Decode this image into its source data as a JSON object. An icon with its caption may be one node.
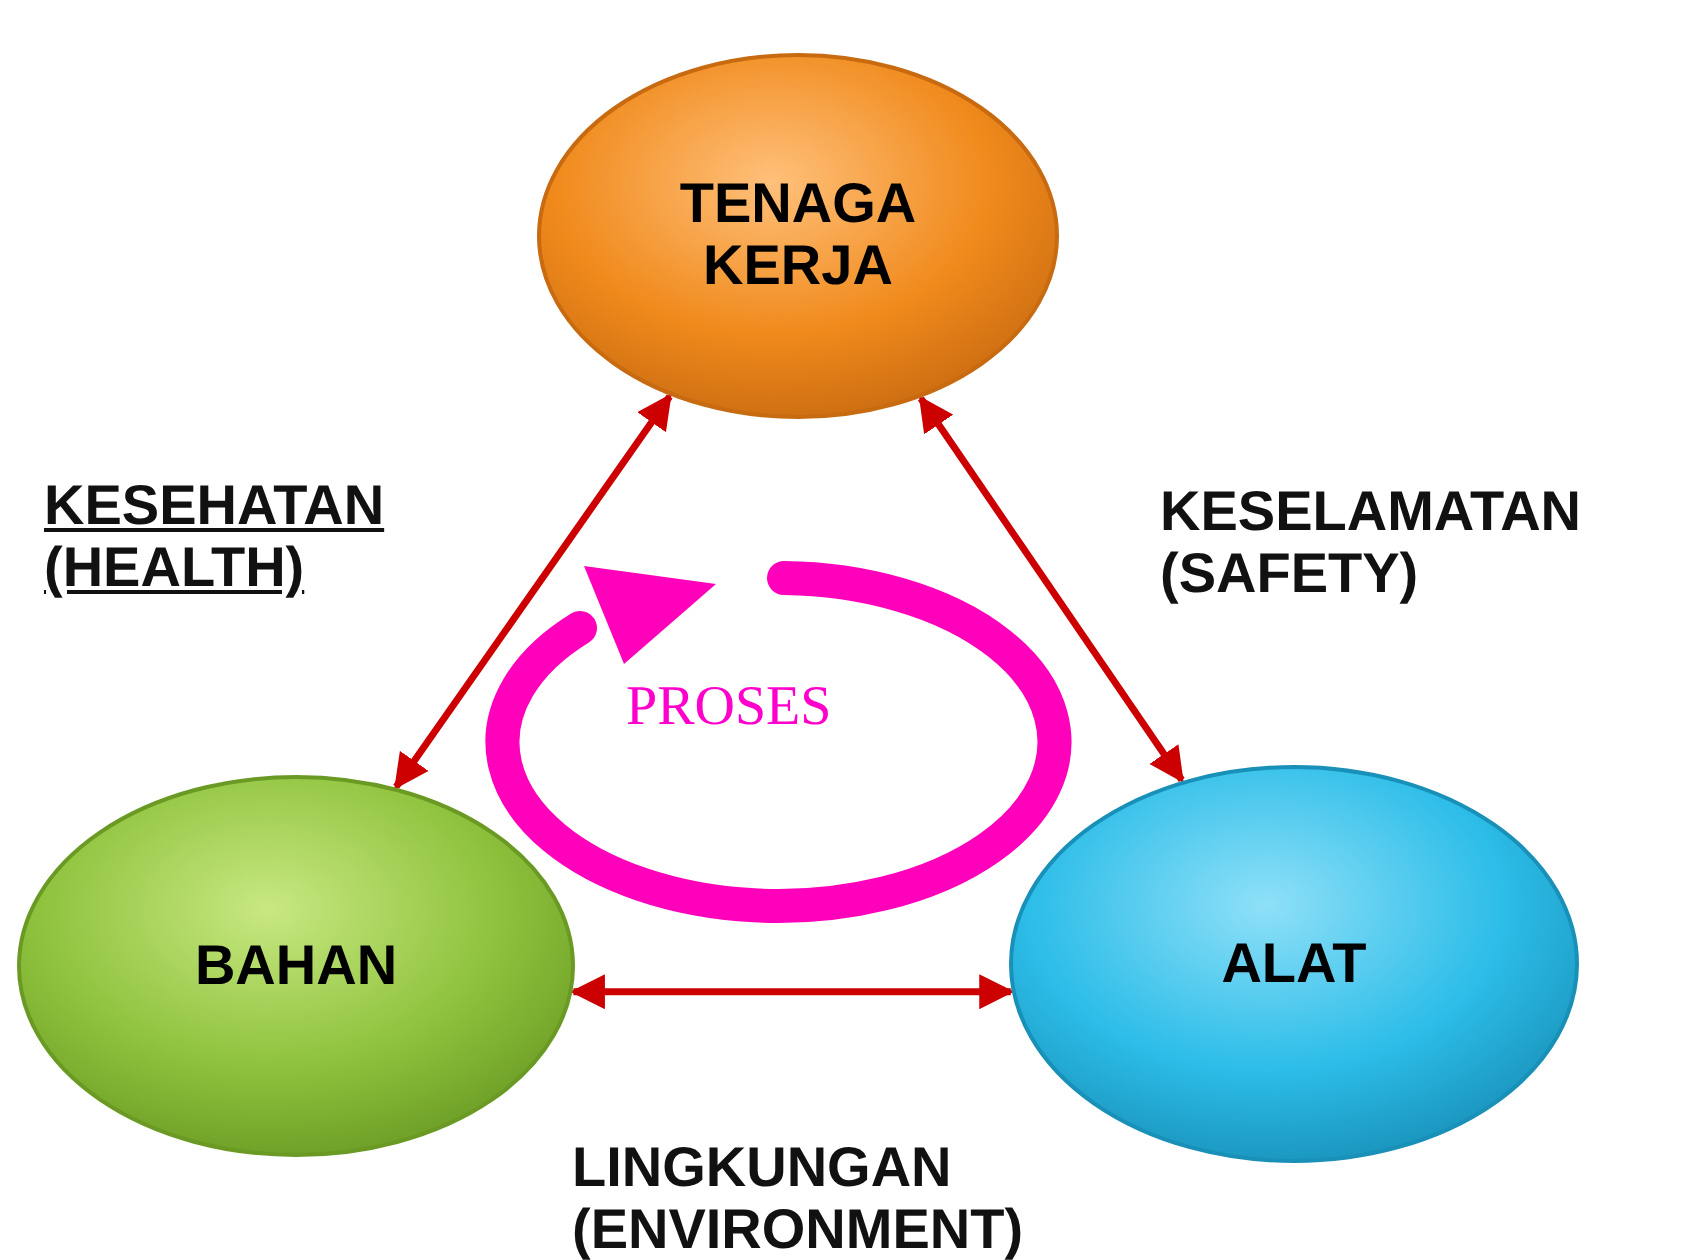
{
  "diagram": {
    "nodes": [
      {
        "text": [
          "TENAGA KERJA"
        ]
      },
      {
        "text": [
          "BAHAN"
        ]
      },
      {
        "text": [
          "ALAT"
        ]
      }
    ],
    "edges": [
      {
        "from": 0,
        "to": 1,
        "arrow": "both",
        "label": "KESEHATAN (HEALTH)"
      },
      {
        "from": 0,
        "to": 2,
        "arrow": "both",
        "label": "KESELAMATAN (SAFETY)"
      },
      {
        "from": 1,
        "to": 2,
        "arrow": "both",
        "label": "LINGKUNGAN (ENVIRONMENT)"
      }
    ],
    "labels": [
      "PROSES"
    ]
  }
}
